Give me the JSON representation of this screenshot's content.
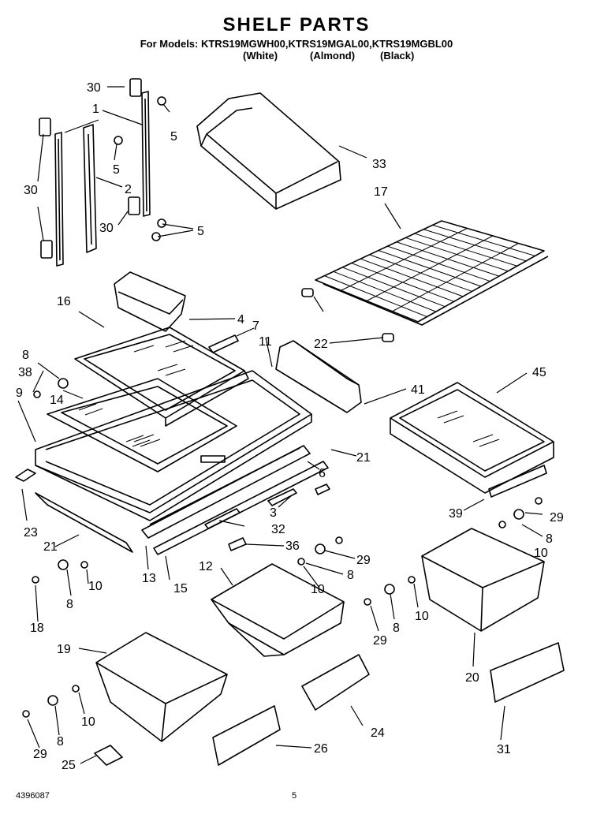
{
  "title": "SHELF PARTS",
  "models_line": "For Models: KTRS19MGWH00,KTRS19MGAL00,KTRS19MGBL00",
  "colors": {
    "white": "(White)",
    "almond": "(Almond)",
    "black": "(Black)"
  },
  "footer": {
    "doc_number": "4396087",
    "page": "5"
  },
  "callouts": {
    "c30a": "30",
    "c1": "1",
    "c5a": "5",
    "c5b": "5",
    "c2": "2",
    "c30b": "30",
    "c30c": "30",
    "c5c": "5",
    "c33": "33",
    "c17": "17",
    "c16": "16",
    "c4": "4",
    "c7": "7",
    "c11": "11",
    "c8a": "8",
    "c38": "38",
    "c9": "9",
    "c14": "14",
    "c41": "41",
    "c45": "45",
    "c22": "22",
    "c21a": "21",
    "c6": "6",
    "c23": "23",
    "c3": "3",
    "c32": "32",
    "c21b": "21",
    "c36": "36",
    "c39": "39",
    "c29a": "29",
    "c8b": "8",
    "c10a": "10",
    "c13": "13",
    "c15": "15",
    "c12": "12",
    "c29b": "29",
    "c8c": "8",
    "c10b": "10",
    "c10c": "10",
    "c8d": "8",
    "c18": "18",
    "c29c": "29",
    "c8e": "8",
    "c10d": "10",
    "c20": "20",
    "c19": "19",
    "c24": "24",
    "c29d": "29",
    "c8f": "8",
    "c10e": "10",
    "c26": "26",
    "c31": "31",
    "c25": "25"
  }
}
